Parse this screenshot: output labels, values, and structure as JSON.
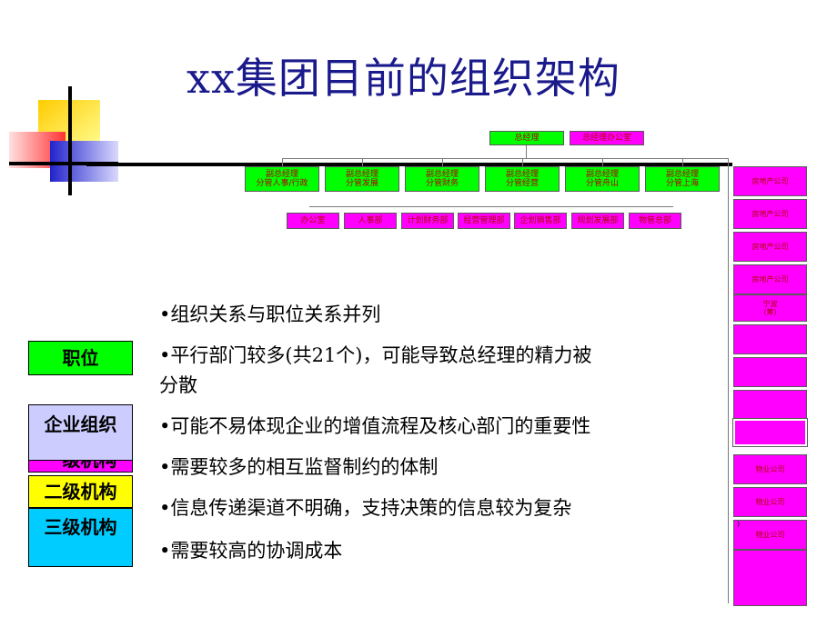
{
  "title": "xx集团目前的组织架构",
  "org": {
    "top": {
      "gm": "总经理",
      "gm_office": "总经理办公室"
    },
    "vps": [
      {
        "line1": "副总经理",
        "line2": "分管人事/行政"
      },
      {
        "line1": "副总经理",
        "line2": "分管发展"
      },
      {
        "line1": "副总经理",
        "line2": "分管财务"
      },
      {
        "line1": "副总经理",
        "line2": "分管经营"
      },
      {
        "line1": "副总经理",
        "line2": "分管舟山"
      },
      {
        "line1": "副总经理",
        "line2": "分管上海"
      }
    ],
    "depts": [
      "办公室",
      "人事部",
      "计划财务部",
      "经营管理部",
      "企划销售部",
      "规划发展部",
      "物管总部"
    ],
    "side_units": [
      "房地产公司",
      "房地产公司",
      "房地产公司",
      "房地产公司",
      "宁波\n(筹)",
      "",
      "",
      "",
      "",
      "物业公司",
      "物业公司",
      "物业公司",
      ""
    ],
    "side_stray": ")"
  },
  "bullets": [
    "•组织关系与职位关系并列",
    "•平行部门较多(共21个)，可能导致总经理的精力被",
    " 分散",
    "•可能不易体现企业的增值流程及核心部门的重要性",
    "•需要较多的相互监督制约的体制",
    "•信息传递渠道不明确，支持决策的信息较为复杂",
    "•需要较高的协调成本"
  ],
  "legend": {
    "position": "职位",
    "org_unit": "企业组织",
    "hidden_level1": "一级机构",
    "level2": "二级机构",
    "level3": "三级机构"
  },
  "colors": {
    "title": "#1a1a8c",
    "green": "#00ff00",
    "magenta": "#ff00ff",
    "lavender": "#ccccff",
    "yellow": "#ffff00",
    "cyan": "#00ccff",
    "node_text": "#b00000"
  }
}
